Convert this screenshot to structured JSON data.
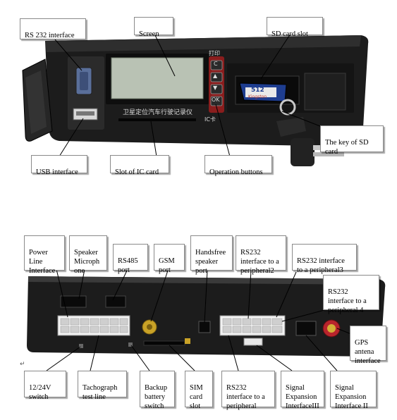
{
  "top_labels": {
    "rs232": "RS 232 interface",
    "screen": "Screen",
    "sd_slot": "SD card slot",
    "sd_key": "The key of SD card",
    "usb": "USB interface",
    "ic_slot": "Slot of IC card",
    "op_buttons": "Operation buttons"
  },
  "device_text": {
    "panel_title": "卫星定位汽车行驶记录仪",
    "print": "打印",
    "ic_card": "IC卡",
    "sd_card": "512",
    "sd_brand": "Kingston"
  },
  "button_labels": [
    "C",
    "▲",
    "▼",
    "OK"
  ],
  "bottom_labels": {
    "power": "Power\nLine\nInterface",
    "speaker_mic": "Speaker\nMicroph\none",
    "rs485": "RS485\nport",
    "gsm": "GSM\nport",
    "handsfree": "Handsfree\nspeaker\nport",
    "rs232_p2": "RS232\ninterface to a\nperipheral2",
    "rs232_p3": "RS232 interface\nto a peripheral3",
    "rs232_p4": "RS232\ninterface to a\nperipheral 4",
    "gps": "GPS\nantena\ninterface",
    "switch_12_24": "12/24V\nswitch",
    "tachograph": "Tachograph\ntest line",
    "backup": "Backup\nbattery\nswitch",
    "sim": "SIM\ncard\nslot",
    "rs232_p1": "RS232\ninterface to a\nperipheral",
    "sig_exp_3": "Signal\nExpansion\nInterfaceIII",
    "sig_exp_2": "Signal\nExpansion\nInterface II"
  },
  "tick_mark": "↵",
  "colors": {
    "device_dark": "#1c1c1c",
    "label_border": "#8a8a8a",
    "screen": "#b9c2b4"
  }
}
